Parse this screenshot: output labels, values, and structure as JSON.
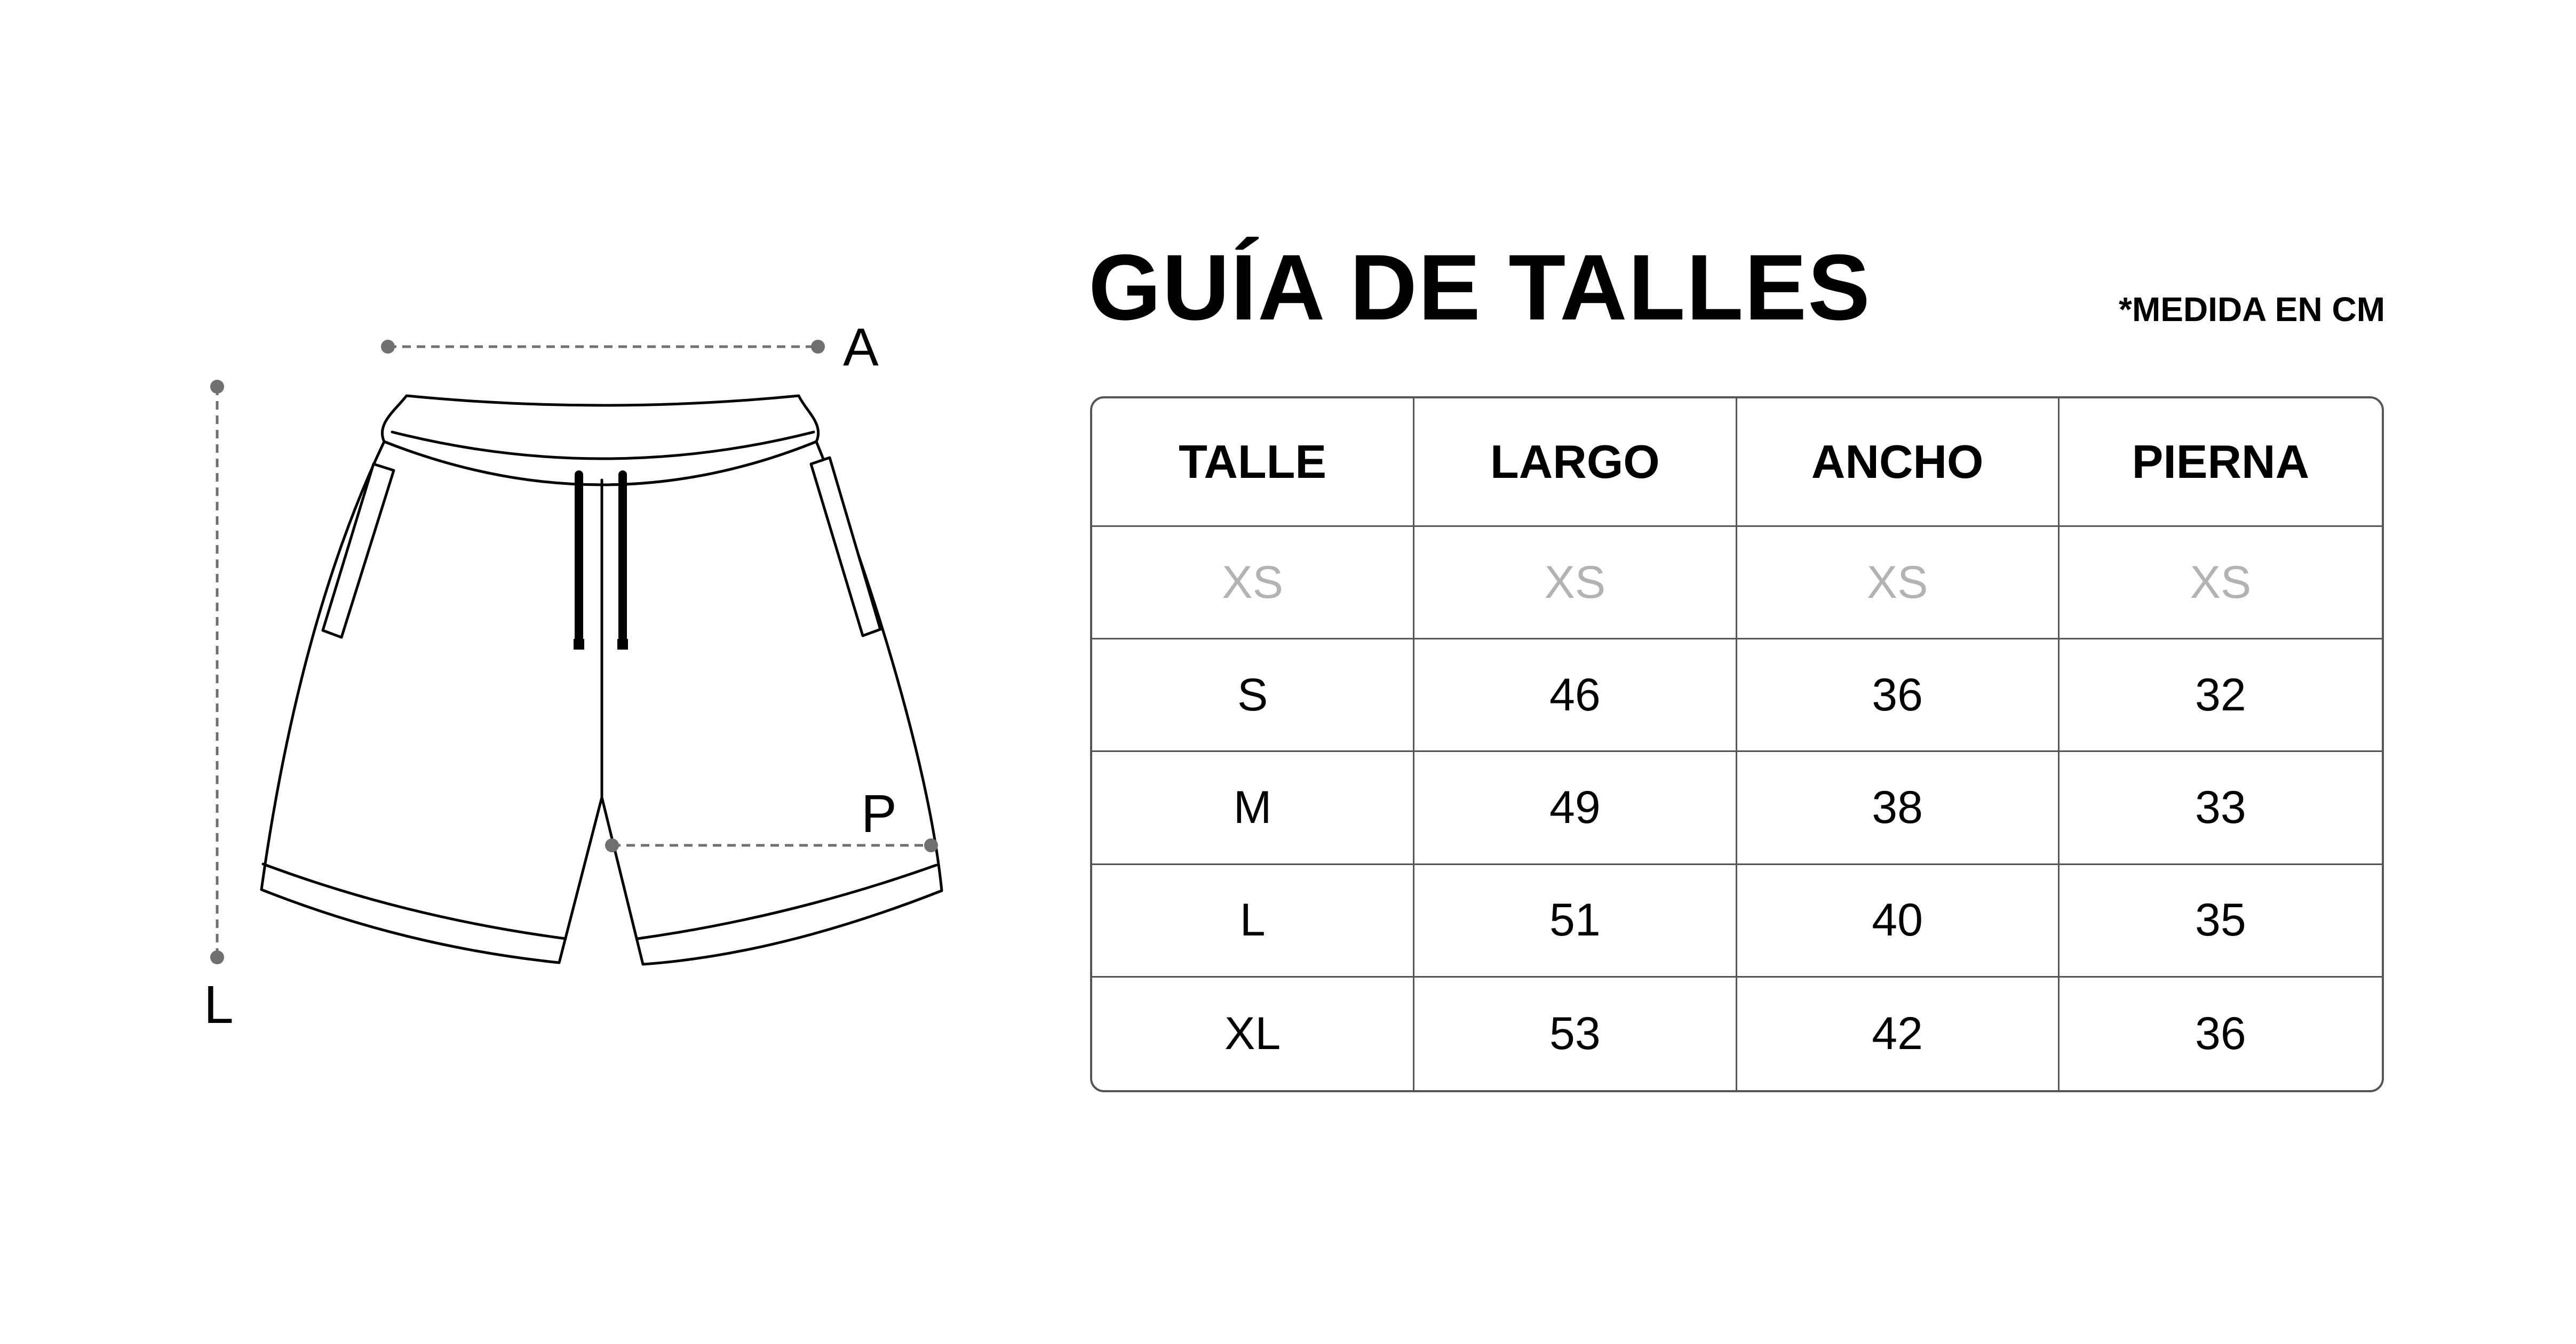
{
  "title": "GUÍA DE TALLES",
  "unit_note": "*MEDIDA EN CM",
  "diagram": {
    "label_width": "A",
    "label_length": "L",
    "label_leg": "P"
  },
  "table": {
    "headers": [
      "TALLE",
      "LARGO",
      "ANCHO",
      "PIERNA"
    ],
    "rows": [
      [
        "XS",
        "XS",
        "XS",
        "XS"
      ],
      [
        "S",
        "46",
        "36",
        "32"
      ],
      [
        "M",
        "49",
        "38",
        "33"
      ],
      [
        "L",
        "51",
        "40",
        "35"
      ],
      [
        "XL",
        "53",
        "42",
        "36"
      ]
    ],
    "muted_rows": [
      0
    ]
  },
  "colors": {
    "text": "#000000",
    "muted_text": "#b3b3b3",
    "grid_line": "#555555",
    "dimension_line": "#707070",
    "background": "#ffffff"
  }
}
